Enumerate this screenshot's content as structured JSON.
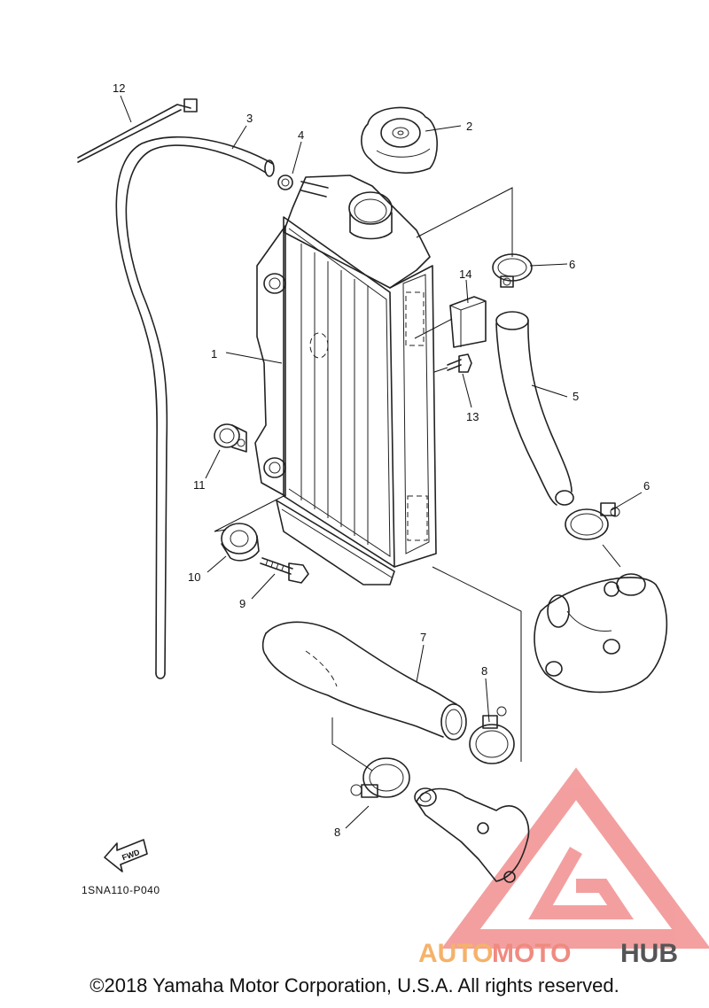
{
  "diagram": {
    "code": "1SNA110-P040",
    "fwd_label": "FWD",
    "callouts": [
      "1",
      "2",
      "3",
      "4",
      "5",
      "6",
      "6",
      "7",
      "8",
      "8",
      "9",
      "10",
      "11",
      "12",
      "13",
      "14"
    ]
  },
  "watermark": {
    "part1": "AUTO",
    "part2": "MOTO",
    "part3": "HUB",
    "color1": "#f5b26b",
    "color2": "#f08a80",
    "color3": "#555555",
    "logo_color": "#f08080"
  },
  "copyright": "©2018 Yamaha Motor Corporation, U.S.A. All rights reserved."
}
